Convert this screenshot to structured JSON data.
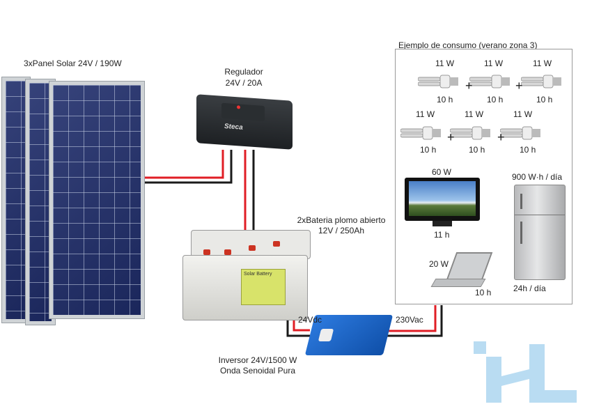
{
  "panel": {
    "label": "3xPanel Solar 24V / 190W"
  },
  "regulator": {
    "line1": "Regulador",
    "line2": "24V / 20A",
    "brand": "Steca"
  },
  "battery": {
    "line1": "2xBateria plomo abierto",
    "line2": "12V / 250Ah",
    "sticker": "Solar Battery"
  },
  "inverter": {
    "line1": "Inversor 24V/1500 W",
    "line2": "Onda Senoidal Pura"
  },
  "wires": {
    "dc_label": "24Vdc",
    "ac_label": "230Vac",
    "wire_red": "#e01e25",
    "wire_black": "#1a1a1a"
  },
  "consumption": {
    "title": "Ejemplo de consumo (verano zona 3)",
    "bulbs_row1": [
      {
        "power": "11 W",
        "hours": "10 h"
      },
      {
        "power": "11 W",
        "hours": "10 h"
      },
      {
        "power": "11 W",
        "hours": "10 h"
      }
    ],
    "bulbs_row2": [
      {
        "power": "11 W",
        "hours": "10 h"
      },
      {
        "power": "11 W",
        "hours": "10 h"
      },
      {
        "power": "11 W",
        "hours": "10 h"
      }
    ],
    "plus": "+",
    "tv": {
      "power": "60 W",
      "hours": "11 h"
    },
    "fridge": {
      "energy": "900 W·h / día",
      "hours": "24h / día"
    },
    "laptop": {
      "power": "20 W",
      "hours": "10 h"
    }
  },
  "colors": {
    "logo": "#b9dcf2"
  }
}
